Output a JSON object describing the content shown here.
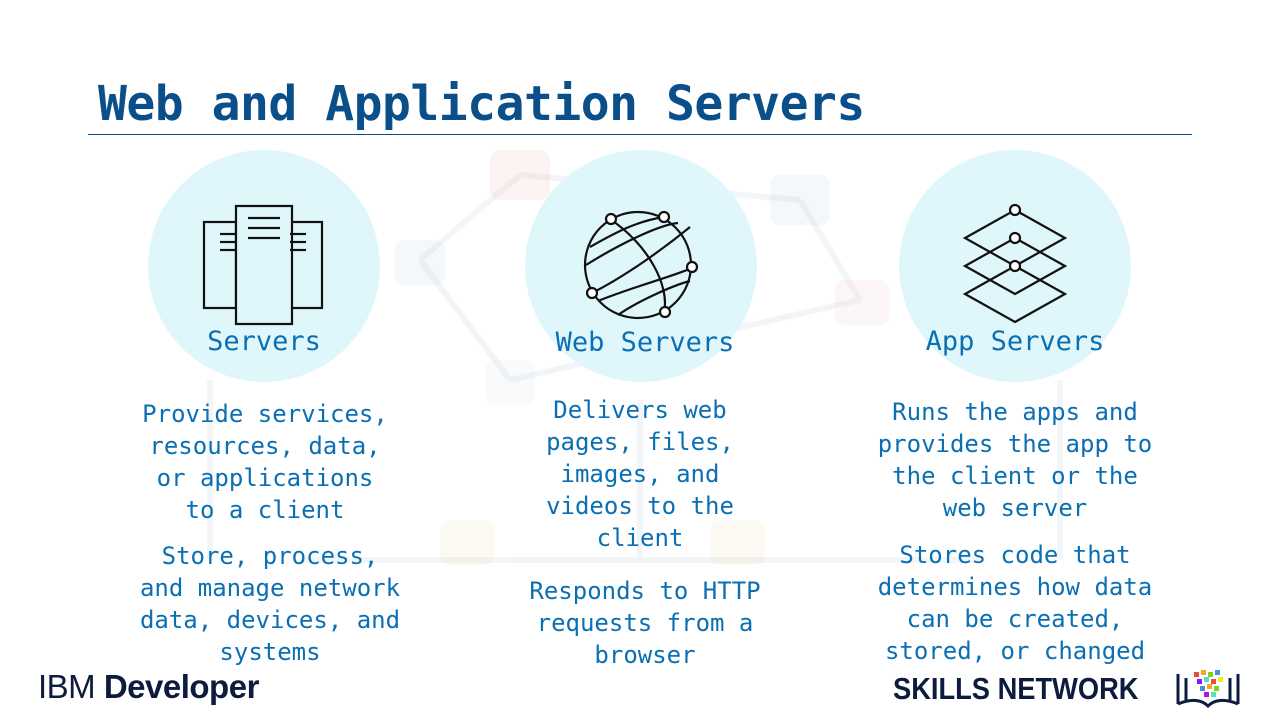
{
  "slide": {
    "title": "Web and Application Servers",
    "columns": [
      {
        "heading": "Servers",
        "icon": "server-rack-icon",
        "paragraphs": [
          "Provide services,\nresources, data,\nor applications\nto a client",
          "Store, process,\nand manage network\ndata, devices, and\nsystems"
        ]
      },
      {
        "heading": "Web Servers",
        "icon": "globe-network-icon",
        "paragraphs": [
          "Delivers web\npages, files,\nimages, and\nvideos to the\nclient",
          "Responds to HTTP\nrequests from a\nbrowser"
        ]
      },
      {
        "heading": "App Servers",
        "icon": "stacked-layers-icon",
        "paragraphs": [
          "Runs the apps and\nprovides the app to\nthe client or the\nweb server",
          "Stores code that\ndetermines how data\ncan be created,\nstored, or changed"
        ]
      }
    ]
  },
  "footer": {
    "ibm_brand": "IBM",
    "ibm_product": "Developer",
    "skills_logo": "SKILLS NETWORK"
  },
  "colors": {
    "title": "#0b4f8a",
    "text": "#0b6fb3",
    "circle": "#dff7fb",
    "brand_dark": "#0d1b3e"
  }
}
